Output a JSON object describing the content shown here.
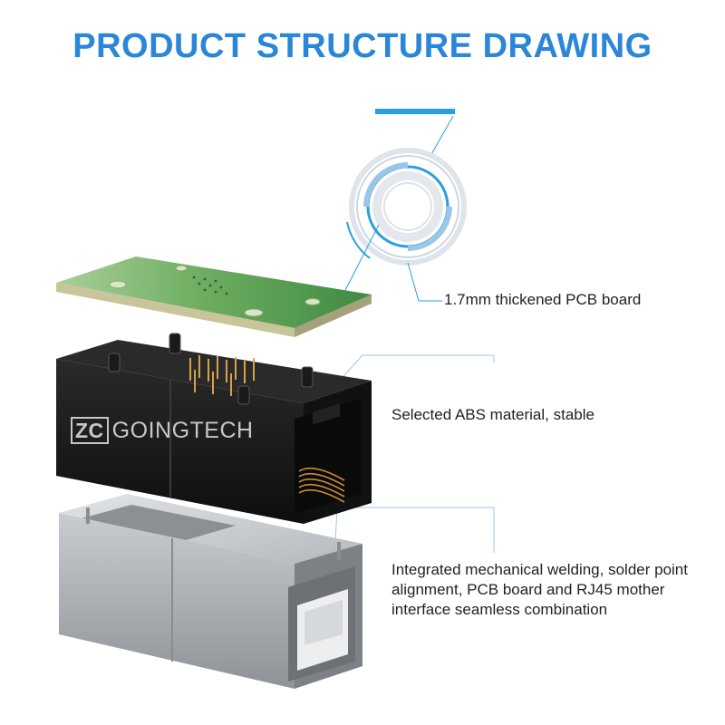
{
  "title": "PRODUCT STRUCTURE DRAWING",
  "callouts": {
    "pcb": "1.7mm thickened PCB board",
    "abs": "Selected ABS material, stable",
    "welding": "Integrated mechanical welding, solder point alignment, PCB board and RJ45 mother interface seamless combination"
  },
  "watermark": {
    "mark": "ZC",
    "brand": "GOINGTECH"
  },
  "colors": {
    "title": "#2a86d6",
    "accent": "#2a9fe0",
    "pcb_green": "#3d8a3f",
    "housing_black": "#1b1b1b",
    "shield_metal": "#a9adb1"
  }
}
